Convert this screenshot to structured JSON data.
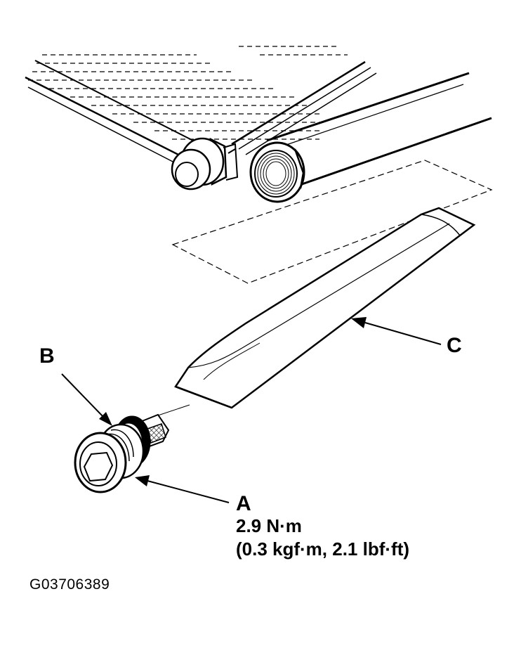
{
  "labels": {
    "a": "A",
    "b": "B",
    "c": "C"
  },
  "torque": {
    "nm": "2.9 N·m",
    "alt": "(0.3 kgf·m, 2.1 lbf·ft)"
  },
  "figure_id": "G03706389",
  "parts": {
    "a": "plug",
    "b": "o-ring",
    "c": "desiccant"
  }
}
